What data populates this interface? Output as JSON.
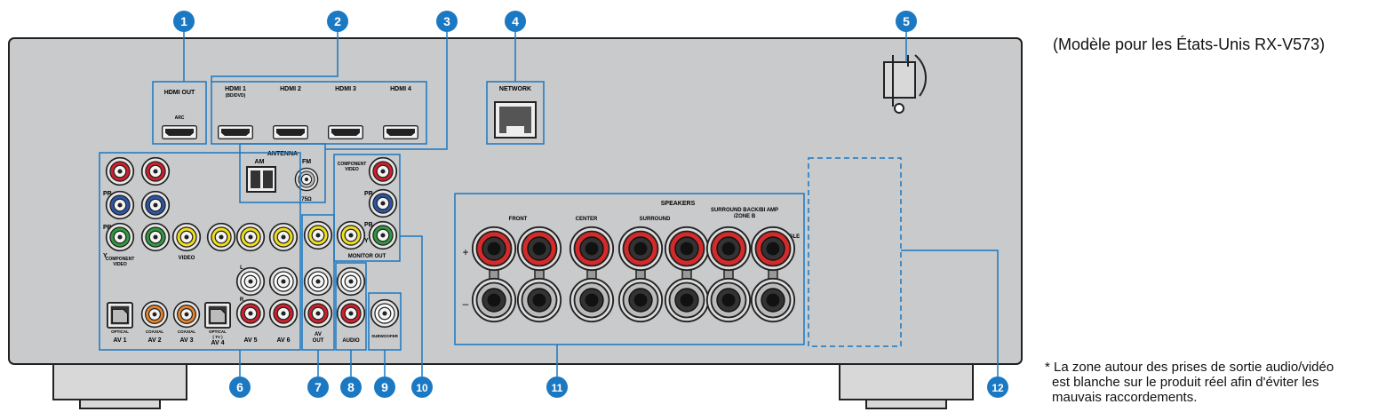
{
  "callouts": [
    "1",
    "2",
    "3",
    "4",
    "5",
    "6",
    "7",
    "8",
    "9",
    "10",
    "11",
    "12"
  ],
  "labels": {
    "hdmi_out": "HDMI OUT",
    "arc": "ARC",
    "hdmi1": "HDMI 1",
    "hdmi1_sub": "(BD/DVD)",
    "hdmi2": "HDMI 2",
    "hdmi3": "HDMI 3",
    "hdmi4": "HDMI 4",
    "network": "NETWORK",
    "antenna": "ANTENNA",
    "am": "AM",
    "fm": "FM",
    "ohm": "75Ω",
    "pr": "PR",
    "pb": "PB",
    "y": "Y",
    "component_video": "COMPONENT",
    "component_video2": "VIDEO",
    "video": "VIDEO",
    "optical": "OPTICAL",
    "coaxial": "COAXIAL",
    "optical_tv": "OPTICAL",
    "tv": "( TV )",
    "av1": "AV 1",
    "av2": "AV 2",
    "av3": "AV 3",
    "av4": "AV 4",
    "av5": "AV 5",
    "av6": "AV 6",
    "av_out1": "AV",
    "av_out2": "OUT",
    "audio": "AUDIO",
    "subwoofer": "SUBWOOFER",
    "monitor_out": "MONITOR OUT",
    "speakers": "SPEAKERS",
    "front": "FRONT",
    "center": "CENTER",
    "surround": "SURROUND",
    "surround_back1": "SURROUND BACK/BI AMP",
    "surround_back2": "/ZONE B",
    "single": "SINGLE",
    "r": "R",
    "l": "L",
    "plus": "+",
    "minus": "–"
  },
  "model_note": "(Modèle pour les États-Unis RX-V573)",
  "footnote": [
    "* La zone autour des prises de sortie audio/vidéo",
    "est blanche sur le produit réel afin d'éviter les",
    "mauvais raccordements."
  ],
  "colors": {
    "panel": "#c9cacb",
    "callout": "#1b78c2",
    "jack_red": "#d21f2b",
    "jack_green": "#2f9a3e",
    "jack_blue": "#2c56a8",
    "jack_yellow": "#f0df1e",
    "jack_orange": "#e8822a",
    "speaker_red": "#d52a2a"
  }
}
